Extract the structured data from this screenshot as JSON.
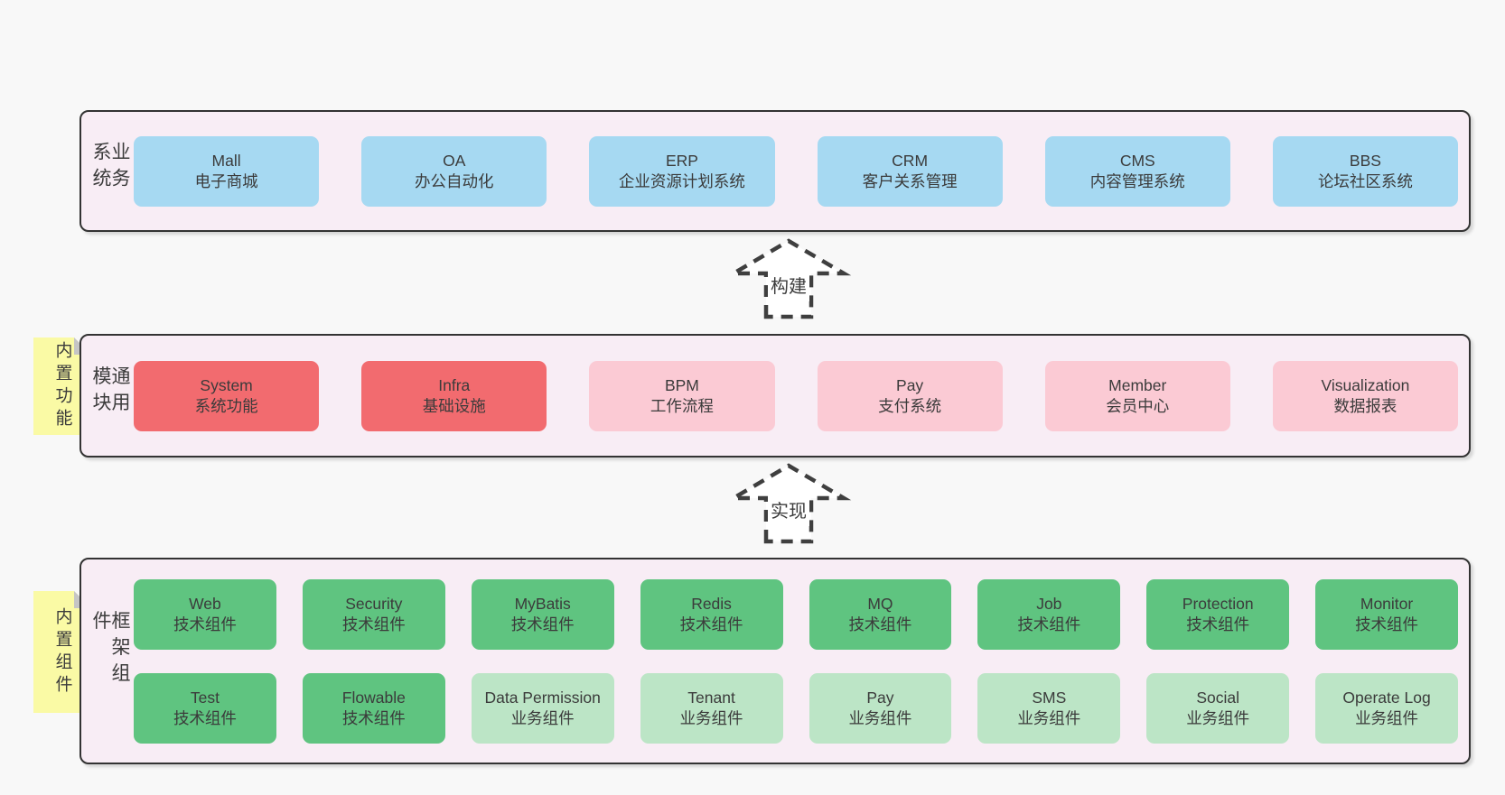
{
  "colors": {
    "page_bg": "#f8f8f8",
    "band_bg": "#f8edf5",
    "band_border": "#333333",
    "text": "#3b3b3b",
    "tab_bg": "#fafaa5",
    "tab_fold": "#c5c5c5",
    "arrow_stroke": "#3f3f3f",
    "blue": "#a6d9f2",
    "red": "#f26b6f",
    "pink": "#fbcad4",
    "green": "#5fc480",
    "lightgreen": "#bce5c6"
  },
  "sections": [
    {
      "id": "business-systems",
      "label": "业务系统",
      "tab": "",
      "rows": [
        [
          {
            "name": "Mall",
            "desc": "电子商城",
            "variant": "blue"
          },
          {
            "name": "OA",
            "desc": "办公自动化",
            "variant": "blue"
          },
          {
            "name": "ERP",
            "desc": "企业资源计划系统",
            "variant": "blue"
          },
          {
            "name": "CRM",
            "desc": "客户关系管理",
            "variant": "blue"
          },
          {
            "name": "CMS",
            "desc": "内容管理系统",
            "variant": "blue"
          },
          {
            "name": "BBS",
            "desc": "论坛社区系统",
            "variant": "blue"
          }
        ]
      ]
    },
    {
      "id": "common-modules",
      "label": "通用模块",
      "tab": "内置功能",
      "rows": [
        [
          {
            "name": "System",
            "desc": "系统功能",
            "variant": "red"
          },
          {
            "name": "Infra",
            "desc": "基础设施",
            "variant": "red"
          },
          {
            "name": "BPM",
            "desc": "工作流程",
            "variant": "pink"
          },
          {
            "name": "Pay",
            "desc": "支付系统",
            "variant": "pink"
          },
          {
            "name": "Member",
            "desc": "会员中心",
            "variant": "pink"
          },
          {
            "name": "Visualization",
            "desc": "数据报表",
            "variant": "pink"
          }
        ]
      ]
    },
    {
      "id": "framework-components",
      "label": "框架组件",
      "tab": "内置组件",
      "rows": [
        [
          {
            "name": "Web",
            "desc": "技术组件",
            "variant": "green"
          },
          {
            "name": "Security",
            "desc": "技术组件",
            "variant": "green"
          },
          {
            "name": "MyBatis",
            "desc": "技术组件",
            "variant": "green"
          },
          {
            "name": "Redis",
            "desc": "技术组件",
            "variant": "green"
          },
          {
            "name": "MQ",
            "desc": "技术组件",
            "variant": "green"
          },
          {
            "name": "Job",
            "desc": "技术组件",
            "variant": "green"
          },
          {
            "name": "Protection",
            "desc": "技术组件",
            "variant": "green"
          },
          {
            "name": "Monitor",
            "desc": "技术组件",
            "variant": "green"
          }
        ],
        [
          {
            "name": "Test",
            "desc": "技术组件",
            "variant": "green"
          },
          {
            "name": "Flowable",
            "desc": "技术组件",
            "variant": "green"
          },
          {
            "name": "Data Permission",
            "desc": "业务组件",
            "variant": "lightgreen"
          },
          {
            "name": "Tenant",
            "desc": "业务组件",
            "variant": "lightgreen"
          },
          {
            "name": "Pay",
            "desc": "业务组件",
            "variant": "lightgreen"
          },
          {
            "name": "SMS",
            "desc": "业务组件",
            "variant": "lightgreen"
          },
          {
            "name": "Social",
            "desc": "业务组件",
            "variant": "lightgreen"
          },
          {
            "name": "Operate Log",
            "desc": "业务组件",
            "variant": "lightgreen"
          }
        ]
      ]
    }
  ],
  "arrows": [
    {
      "label": "构建"
    },
    {
      "label": "实现"
    }
  ]
}
